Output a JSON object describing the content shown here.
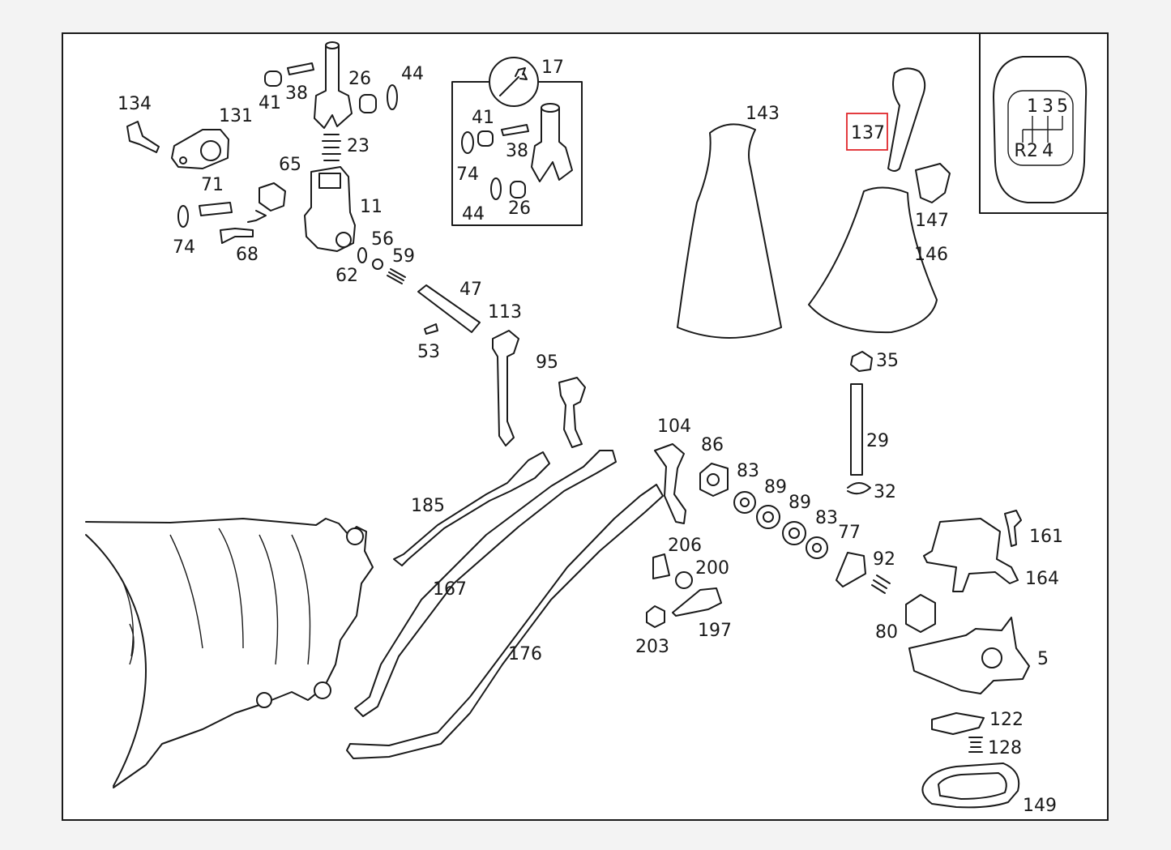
{
  "colors": {
    "background": "#f3f3f3",
    "panel": "#ffffff",
    "line": "#1a1a1a",
    "highlight": "#e0262b"
  },
  "highlighted_callout": "137",
  "callouts": [
    "134",
    "131",
    "41",
    "38",
    "26",
    "44",
    "23",
    "71",
    "65",
    "11",
    "74",
    "68",
    "56",
    "59",
    "62",
    "47",
    "113",
    "53",
    "95",
    "17",
    "41",
    "38",
    "74",
    "44",
    "26",
    "143",
    "137",
    "147",
    "146",
    "35",
    "29",
    "32",
    "104",
    "86",
    "83",
    "89",
    "89",
    "83",
    "77",
    "92",
    "80",
    "161",
    "164",
    "5",
    "185",
    "167",
    "176",
    "206",
    "200",
    "197",
    "203",
    "122",
    "128",
    "149"
  ],
  "shift_pattern": {
    "top": [
      "1",
      "3",
      "5"
    ],
    "bottom": [
      "R",
      "2",
      "4"
    ]
  }
}
